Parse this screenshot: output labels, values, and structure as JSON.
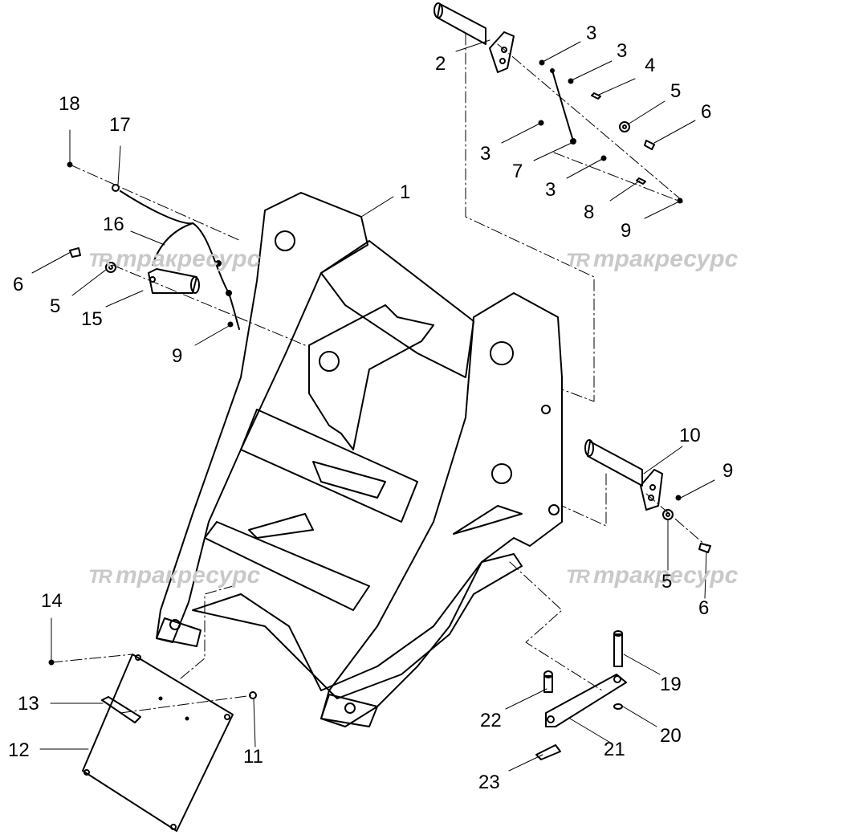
{
  "watermark": {
    "logo": "TR",
    "text": "тракресурс"
  },
  "callouts": [
    "1",
    "2",
    "3",
    "3",
    "4",
    "5",
    "6",
    "3",
    "7",
    "3",
    "8",
    "9",
    "18",
    "17",
    "16",
    "6",
    "5",
    "15",
    "9",
    "10",
    "9",
    "5",
    "6",
    "14",
    "13",
    "12",
    "11",
    "19",
    "22",
    "20",
    "21",
    "23"
  ]
}
